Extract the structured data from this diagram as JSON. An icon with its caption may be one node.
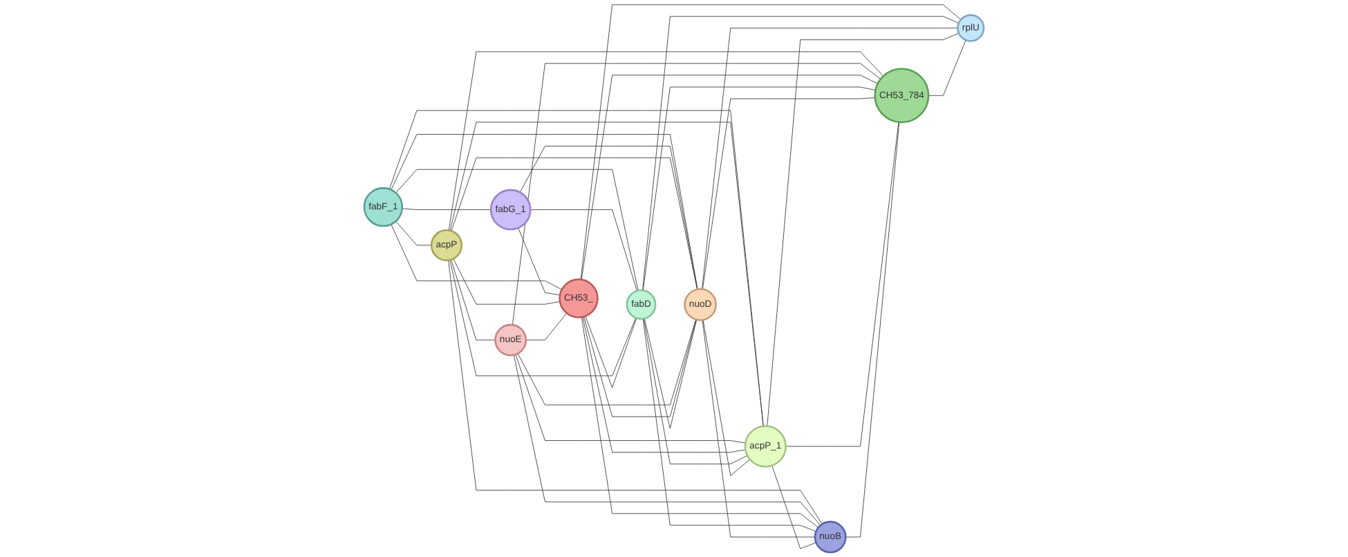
{
  "diagram": {
    "nodes": [
      {
        "text": [
          "fabF_1"
        ]
      },
      {
        "text": [
          "fabG_1"
        ]
      },
      {
        "text": [
          "acpP"
        ]
      },
      {
        "text": [
          "nuoE"
        ]
      },
      {
        "text": [
          "CH53_"
        ]
      },
      {
        "text": [
          "fabD"
        ]
      },
      {
        "text": [
          "nuoD"
        ]
      },
      {
        "text": [
          "acpP_1"
        ]
      },
      {
        "text": [
          "nuoB"
        ]
      },
      {
        "text": [
          "CH53_784"
        ]
      },
      {
        "text": [
          "rplU"
        ]
      }
    ],
    "edges": [
      {
        "from": 0,
        "to": 1,
        "arrow": "none"
      },
      {
        "from": 0,
        "to": 2,
        "arrow": "none"
      },
      {
        "from": 0,
        "to": 4,
        "arrow": "none"
      },
      {
        "from": 0,
        "to": 5,
        "arrow": "none"
      },
      {
        "from": 0,
        "to": 6,
        "arrow": "none"
      },
      {
        "from": 0,
        "to": 7,
        "arrow": "none"
      },
      {
        "from": 1,
        "to": 4,
        "arrow": "none"
      },
      {
        "from": 1,
        "to": 5,
        "arrow": "none"
      },
      {
        "from": 1,
        "to": 6,
        "arrow": "none"
      },
      {
        "from": 2,
        "to": 3,
        "arrow": "none"
      },
      {
        "from": 2,
        "to": 4,
        "arrow": "none"
      },
      {
        "from": 2,
        "to": 5,
        "arrow": "none"
      },
      {
        "from": 2,
        "to": 6,
        "arrow": "none"
      },
      {
        "from": 2,
        "to": 7,
        "arrow": "none"
      },
      {
        "from": 2,
        "to": 8,
        "arrow": "none"
      },
      {
        "from": 2,
        "to": 9,
        "arrow": "none"
      },
      {
        "from": 3,
        "to": 4,
        "arrow": "none"
      },
      {
        "from": 3,
        "to": 6,
        "arrow": "none"
      },
      {
        "from": 3,
        "to": 7,
        "arrow": "none"
      },
      {
        "from": 3,
        "to": 8,
        "arrow": "none"
      },
      {
        "from": 3,
        "to": 9,
        "arrow": "none"
      },
      {
        "from": 4,
        "to": 5,
        "arrow": "none"
      },
      {
        "from": 4,
        "to": 6,
        "arrow": "none"
      },
      {
        "from": 4,
        "to": 7,
        "arrow": "none"
      },
      {
        "from": 4,
        "to": 8,
        "arrow": "none"
      },
      {
        "from": 4,
        "to": 9,
        "arrow": "none"
      },
      {
        "from": 4,
        "to": 10,
        "arrow": "none"
      },
      {
        "from": 5,
        "to": 6,
        "arrow": "none"
      },
      {
        "from": 5,
        "to": 7,
        "arrow": "none"
      },
      {
        "from": 5,
        "to": 8,
        "arrow": "none"
      },
      {
        "from": 5,
        "to": 9,
        "arrow": "none"
      },
      {
        "from": 5,
        "to": 10,
        "arrow": "none"
      },
      {
        "from": 6,
        "to": 7,
        "arrow": "none"
      },
      {
        "from": 6,
        "to": 8,
        "arrow": "none"
      },
      {
        "from": 6,
        "to": 9,
        "arrow": "none"
      },
      {
        "from": 6,
        "to": 10,
        "arrow": "none"
      },
      {
        "from": 7,
        "to": 8,
        "arrow": "none"
      },
      {
        "from": 7,
        "to": 9,
        "arrow": "none"
      },
      {
        "from": 7,
        "to": 10,
        "arrow": "none"
      },
      {
        "from": 8,
        "to": 9,
        "arrow": "none"
      },
      {
        "from": 9,
        "to": 10,
        "arrow": "none"
      }
    ]
  }
}
